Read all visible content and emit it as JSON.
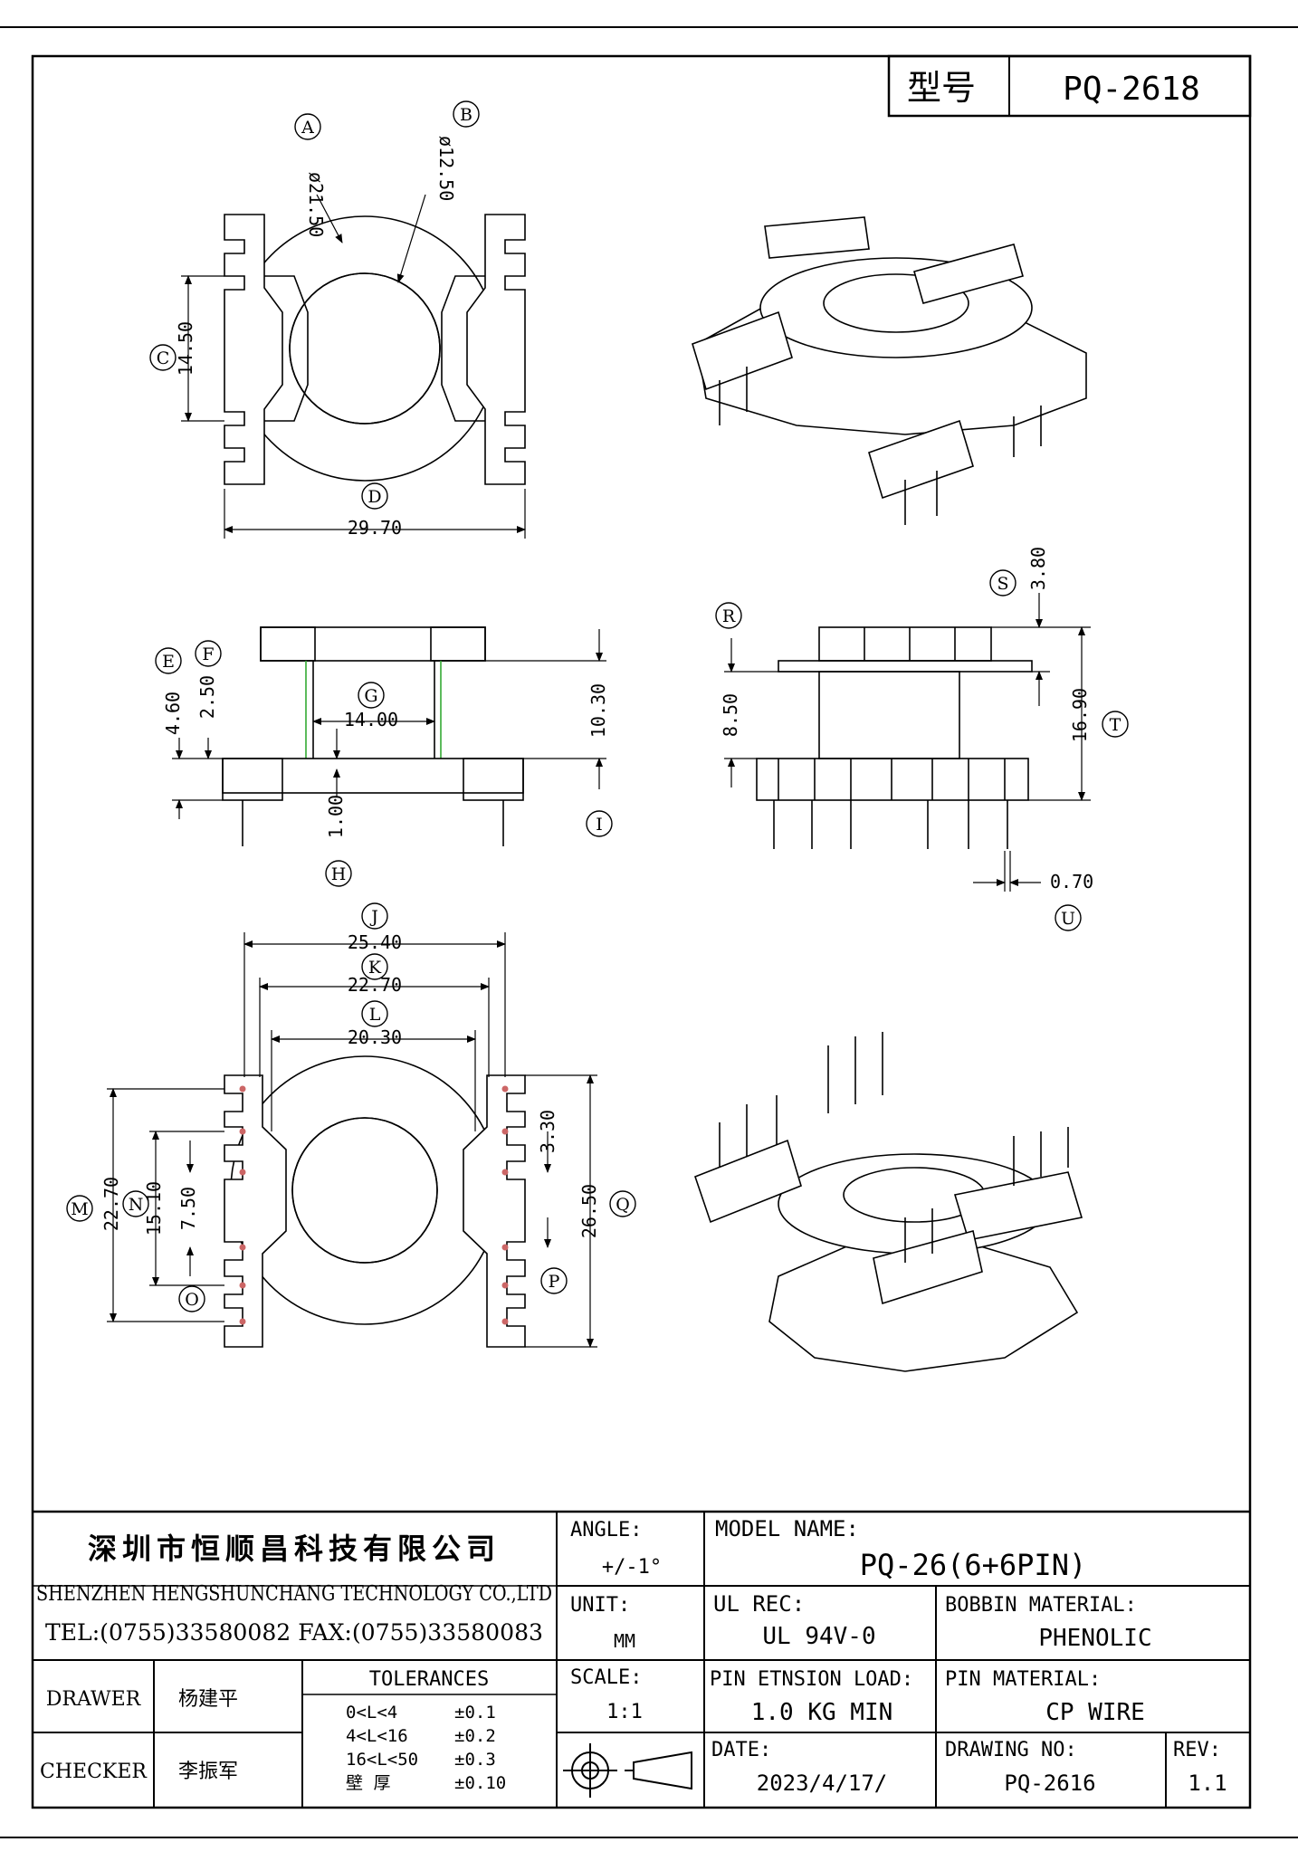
{
  "header": {
    "model_label": "型号",
    "model_value": "PQ-2618"
  },
  "balloons": [
    "A",
    "B",
    "C",
    "D",
    "E",
    "F",
    "G",
    "H",
    "I",
    "J",
    "K",
    "L",
    "M",
    "N",
    "O",
    "P",
    "Q",
    "R",
    "S",
    "T",
    "U"
  ],
  "dims": {
    "A": "ø21.50",
    "B": "ø12.50",
    "C": "14.50",
    "D": "29.70",
    "E": "4.60",
    "F": "2.50",
    "G": "14.00",
    "H": "1.00",
    "I": "10.30",
    "J": "25.40",
    "K": "22.70",
    "L": "20.30",
    "M": "22.70",
    "N": "15.10",
    "N2": "7.50",
    "P": "3.30",
    "Q": "26.50",
    "R": "8.50",
    "S": "3.80",
    "T": "16.90",
    "U": "0.70"
  },
  "title_block": {
    "company_cn": "深圳市恒顺昌科技有限公司",
    "company_en": "SHENZHEN HENGSHUNCHANG TECHNOLOGY CO.,LTD",
    "contact": "TEL:(0755)33580082 FAX:(0755)33580083",
    "angle_label": "ANGLE:",
    "angle_value": "+/-1°",
    "model_name_label": "MODEL NAME:",
    "model_name_value": "PQ-26(6+6PIN)",
    "unit_label": "UNIT:",
    "unit_value": "MM",
    "ul_label": "UL REC:",
    "ul_value": "UL 94V-0",
    "bobbin_label": "BOBBIN MATERIAL:",
    "bobbin_value": "PHENOLIC",
    "drawer_label": "DRAWER",
    "drawer_value": "杨建平",
    "checker_label": "CHECKER",
    "checker_value": "李振军",
    "tol_label": "TOLERANCES",
    "tolerances": [
      {
        "range": "0<L<4",
        "value": "±0.1"
      },
      {
        "range": "4<L<16",
        "value": "±0.2"
      },
      {
        "range": "16<L<50",
        "value": "±0.3"
      },
      {
        "range": "壁  厚",
        "value": "±0.10"
      }
    ],
    "scale_label": "SCALE:",
    "scale_value": "1:1",
    "pin_load_label": "PIN ETNSION LOAD:",
    "pin_load_value": "1.0 KG MIN",
    "pin_mat_label": "PIN MATERIAL:",
    "pin_mat_value": "CP WIRE",
    "date_label": "DATE:",
    "date_value": "2023/4/17/",
    "drawing_no_label": "DRAWING NO:",
    "drawing_no_value": "PQ-2616",
    "rev_label": "REV:",
    "rev_value": "1.1"
  }
}
